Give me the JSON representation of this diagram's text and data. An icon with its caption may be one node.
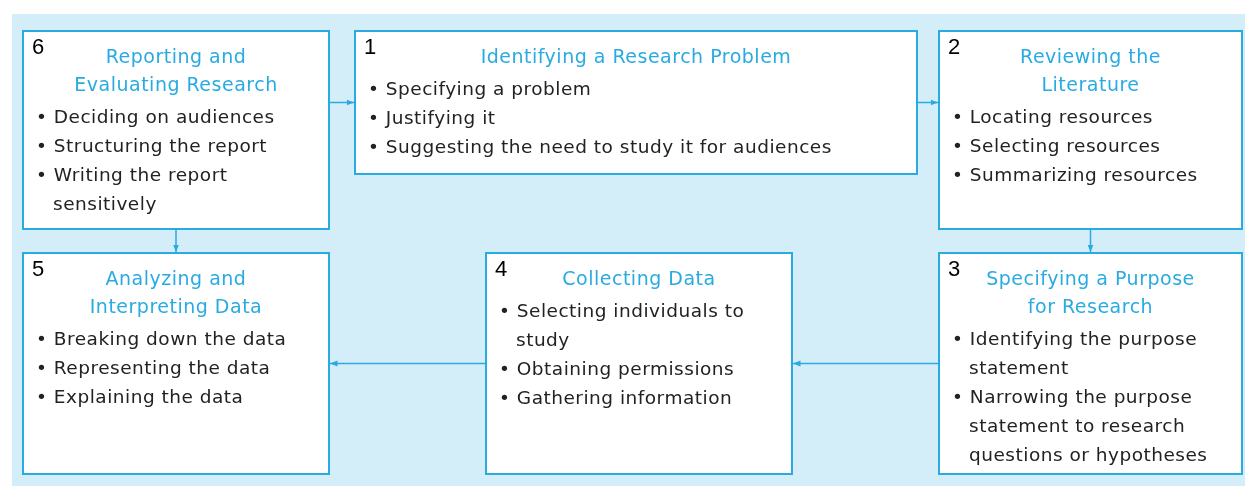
{
  "diagram": {
    "nodes": [
      {
        "text": [
          "6",
          "Reporting and Evaluating Research",
          "• Deciding on audiences",
          "• Structuring the report",
          "• Writing the report sensitively"
        ]
      },
      {
        "text": [
          "1",
          "Identifying a Research Problem",
          "• Specifying a problem",
          "• Justifying it",
          "• Suggesting the need to study it for audiences"
        ]
      },
      {
        "text": [
          "2",
          "Reviewing the Literature",
          "• Locating resources",
          "• Selecting resources",
          "• Summarizing resources"
        ]
      },
      {
        "text": [
          "5",
          "Analyzing and Interpreting Data",
          "• Breaking down the data",
          "• Representing the data",
          "• Explaining the data"
        ]
      },
      {
        "text": [
          "4",
          "Collecting Data",
          "• Selecting individuals to study",
          "• Obtaining permissions",
          "• Gathering information"
        ]
      },
      {
        "text": [
          "3",
          "Specifying a Purpose for Research",
          "• Identifying the purpose statement",
          "• Narrowing the purpose statement to research questions or hypotheses"
        ]
      }
    ],
    "edges": [
      {
        "from": 0,
        "to": 1,
        "arrow": "to"
      },
      {
        "from": 1,
        "to": 2,
        "arrow": "to"
      },
      {
        "from": 2,
        "to": 5,
        "arrow": "to"
      },
      {
        "from": 5,
        "to": 4,
        "arrow": "to"
      },
      {
        "from": 4,
        "to": 3,
        "arrow": "to"
      },
      {
        "from": 0,
        "to": 3,
        "arrow": "to"
      }
    ]
  }
}
